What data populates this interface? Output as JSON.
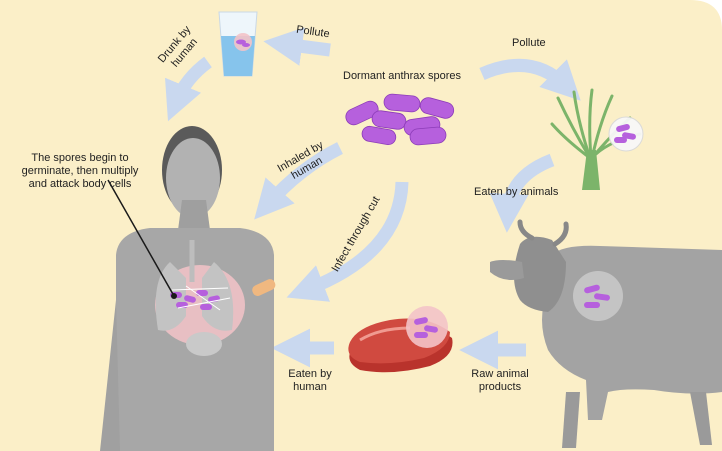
{
  "labels": {
    "spores": "Dormant anthrax spores",
    "pollute_left": "Pollute",
    "pollute_right": "Pollute",
    "drunk_line1": "Drunk by",
    "drunk_line2": "human",
    "inhaled_line1": "Inhaled by",
    "inhaled_line2": "human",
    "infect_cut": "Infect through cut",
    "eaten_animals": "Eaten by animals",
    "eaten_human_line1": "Eaten by",
    "eaten_human_line2": "human",
    "raw_line1": "Raw animal",
    "raw_line2": "products",
    "germinate_line1": "The spores begin to",
    "germinate_line2": "germinate, then multiply",
    "germinate_line3": "and attack body cells"
  },
  "colors": {
    "background": "#fbefc8",
    "arrow": "#c9d8ef",
    "spore": "#b660dd",
    "spore_edge": "#8c3cb8",
    "human": "#a7a7a7",
    "cow": "#a3a3a3",
    "grass": "#7cb46a",
    "meat": "#d04a40",
    "organ_highlight": "#f3c3c8"
  }
}
